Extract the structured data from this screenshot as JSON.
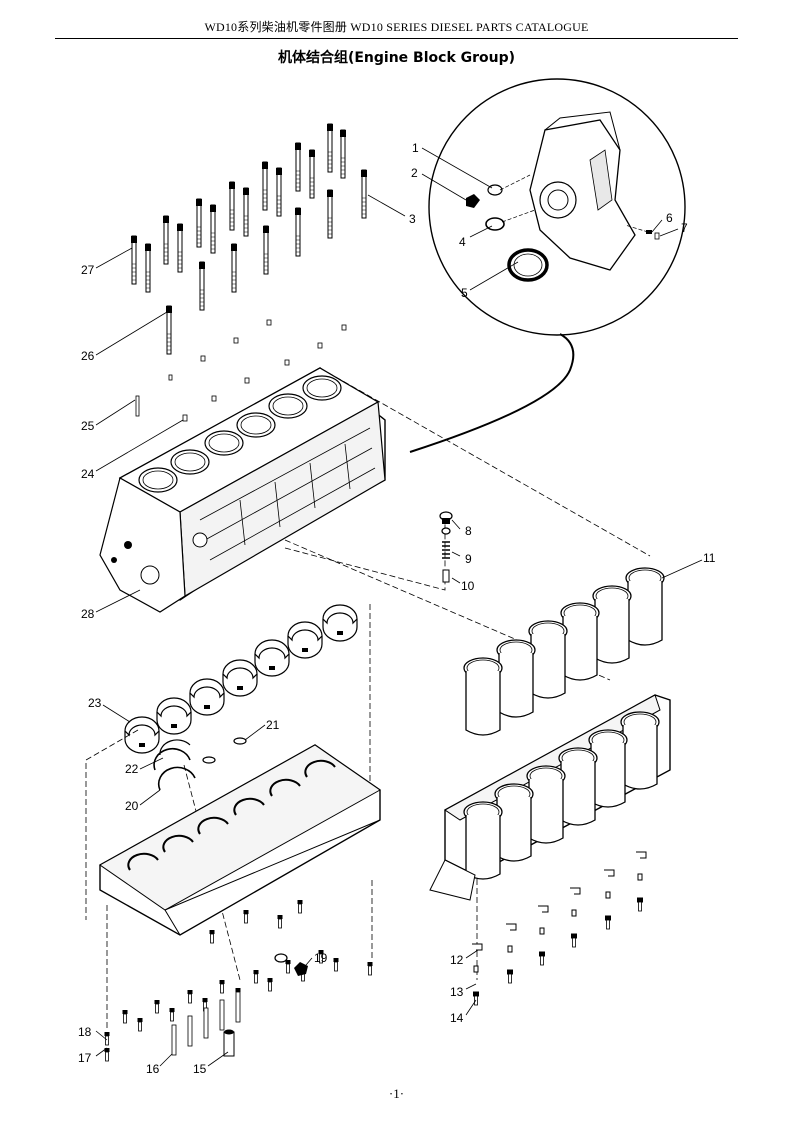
{
  "header": "WD10系列柴油机零件图册 WD10 SERIES DIESEL PARTS CATALOGUE",
  "title": "机体结合组(Engine Block Group)",
  "page_number": "·1·",
  "callouts": [
    "1",
    "2",
    "3",
    "4",
    "5",
    "6",
    "7",
    "8",
    "9",
    "10",
    "11",
    "12",
    "13",
    "14",
    "15",
    "16",
    "17",
    "18",
    "19",
    "20",
    "21",
    "22",
    "23",
    "24",
    "25",
    "26",
    "27",
    "28"
  ]
}
